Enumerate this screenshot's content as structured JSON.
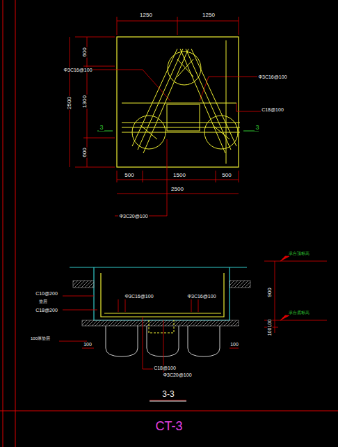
{
  "diagram": {
    "caption": "CT-3",
    "labels": [
      "1250",
      "1250",
      "2500",
      "600",
      "1300",
      "600",
      "Φ3C16@100",
      "Φ3C16@100",
      "C18@100",
      "3",
      "3",
      "500",
      "1500",
      "500",
      "2500",
      "Φ3C20@100",
      "C10@200",
      "垫层",
      "C18@200",
      "100厚垫层",
      "Φ3C16@100",
      "Φ3C16@100",
      "C18@100",
      "Φ3C20@100",
      "900",
      "100",
      "100",
      "100",
      "100",
      "承台顶标高",
      "承台底标高",
      "3-3"
    ]
  }
}
